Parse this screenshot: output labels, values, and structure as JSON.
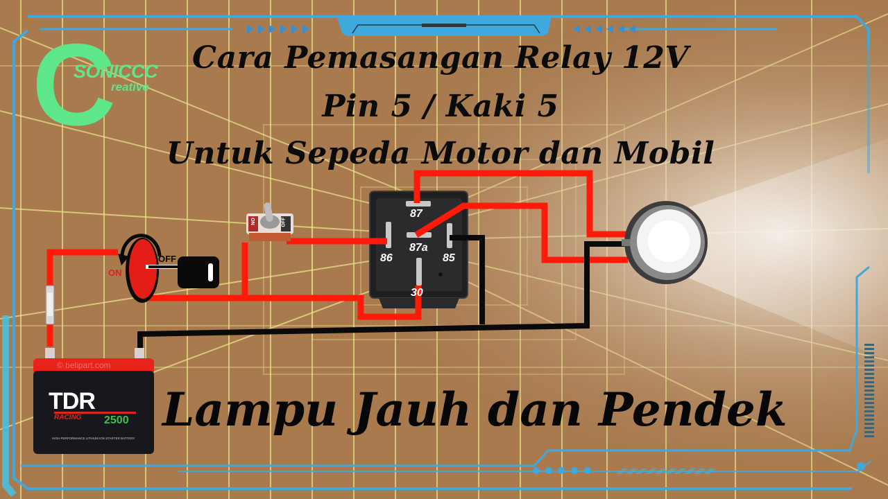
{
  "title": {
    "line1": "Cara Pemasangan Relay 12V",
    "line2": "Pin 5 / Kaki 5",
    "line3": "Untuk Sepeda Motor dan Mobil"
  },
  "subtitle": "Lampu Jauh dan Pendek",
  "logo": {
    "letter": "C",
    "name": "SONICCC",
    "suffix": "reative",
    "color": "#5ee68a"
  },
  "relay": {
    "pins": {
      "p87": "87",
      "p87a": "87a",
      "p86": "86",
      "p85": "85",
      "p30": "30"
    }
  },
  "ignition": {
    "on_label": "ON",
    "off_label": "OFF"
  },
  "toggle_switch": {
    "on_label": "ON",
    "off_label": "OFF"
  },
  "battery": {
    "brand": "TDR",
    "series": "RACING",
    "capacity": "2500",
    "description": "HIGH PERFORMANCE LITHIUM ION STARTER BATTERY",
    "watermark": "© belipart.com"
  },
  "components": [
    "battery",
    "fuse",
    "ignition-key-switch",
    "toggle-switch",
    "relay-5-pin",
    "headlamp"
  ],
  "wire_colors": {
    "positive": "#ff1a0a",
    "ground": "#0a0a0a"
  },
  "frame_color": "#3fa8dc",
  "grid_color": "#e8e28a"
}
